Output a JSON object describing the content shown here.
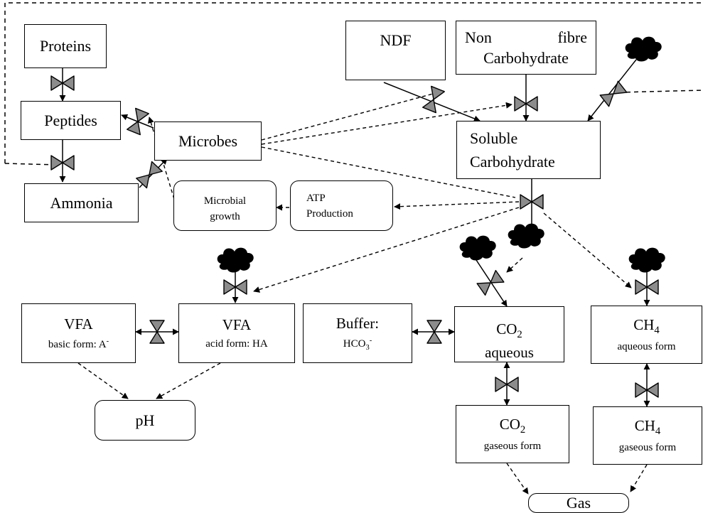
{
  "nodes": {
    "proteins": "Proteins",
    "peptides": "Peptides",
    "ammonia": "Ammonia",
    "microbes": "Microbes",
    "microbial_growth_line1": "Microbial",
    "microbial_growth_line2": "growth",
    "atp_line1": "ATP",
    "atp_line2": "Production",
    "ndf": "NDF",
    "nfc_line1_a": "Non",
    "nfc_line1_b": "fibre",
    "nfc_line2": "Carbohydrate",
    "soluble_line1": "Soluble",
    "soluble_line2": "Carbohydrate",
    "vfa_basic_title": "VFA",
    "vfa_basic_sub": "basic form: A",
    "vfa_basic_sup": "-",
    "vfa_acid_title": "VFA",
    "vfa_acid_sub": "acid form: HA",
    "buffer_title": "Buffer:",
    "buffer_sub": "HCO",
    "buffer_sub_sub": "3",
    "buffer_sub_sup": "-",
    "co2_aq_main": "CO",
    "co2_aq_sub": "2",
    "co2_aq_form": "aqueous",
    "ch4_aq_main": "CH",
    "ch4_aq_sub": "4",
    "ch4_aq_form": "aqueous form",
    "co2_gas_main": "CO",
    "co2_gas_sub": "2",
    "co2_gas_form": "gaseous form",
    "ch4_gas_main": "CH",
    "ch4_gas_sub": "4",
    "ch4_gas_form": "gaseous form",
    "ph": "pH",
    "gas": "Gas"
  },
  "colors": {
    "valve_fill": "#8c8c8c",
    "line": "#000000",
    "cloud": "#000000",
    "box_fill": "#ffffff"
  },
  "icons": {
    "valve": "bowtie-valve-icon",
    "cloud": "cloud-source-sink-icon"
  }
}
